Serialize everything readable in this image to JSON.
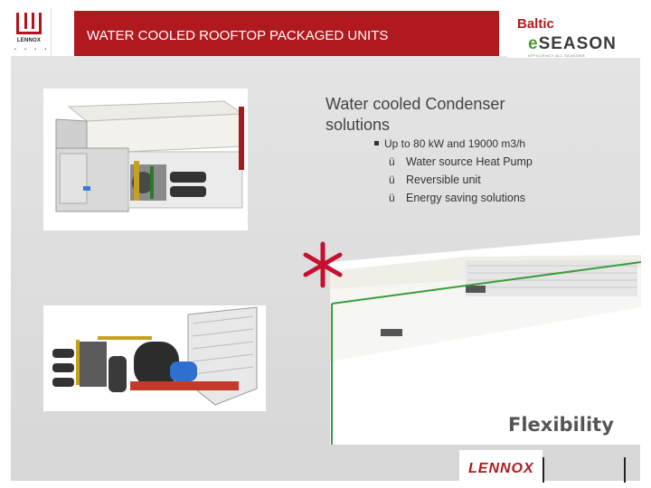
{
  "header": {
    "logo_text": "LENNOX",
    "title": "WATER COOLED ROOFTOP PACKAGED UNITS",
    "brand_label": "Baltic",
    "eseason_e": "e",
    "eseason_rest": "SEASON",
    "eseason_tagline": "EFFICIENCY ALL SEASONS"
  },
  "content": {
    "heading_line1": "Water cooled Condenser",
    "heading_line2": "solutions",
    "main_bullet": "Up to 80 kW and 19000 m3/h",
    "checks": [
      "Water source Heat Pump",
      "Reversible unit",
      "Energy saving solutions"
    ],
    "check_glyph": "ü"
  },
  "footer": {
    "flexibility": "Flexibility",
    "lennox_logo": "LENNOX"
  },
  "colors": {
    "accent_red": "#b0191e",
    "eseason_green": "#4a9a33",
    "guide_green": "#3a9d3a"
  },
  "icons": [
    "asterisk-icon",
    "lennox-logo-icon"
  ]
}
